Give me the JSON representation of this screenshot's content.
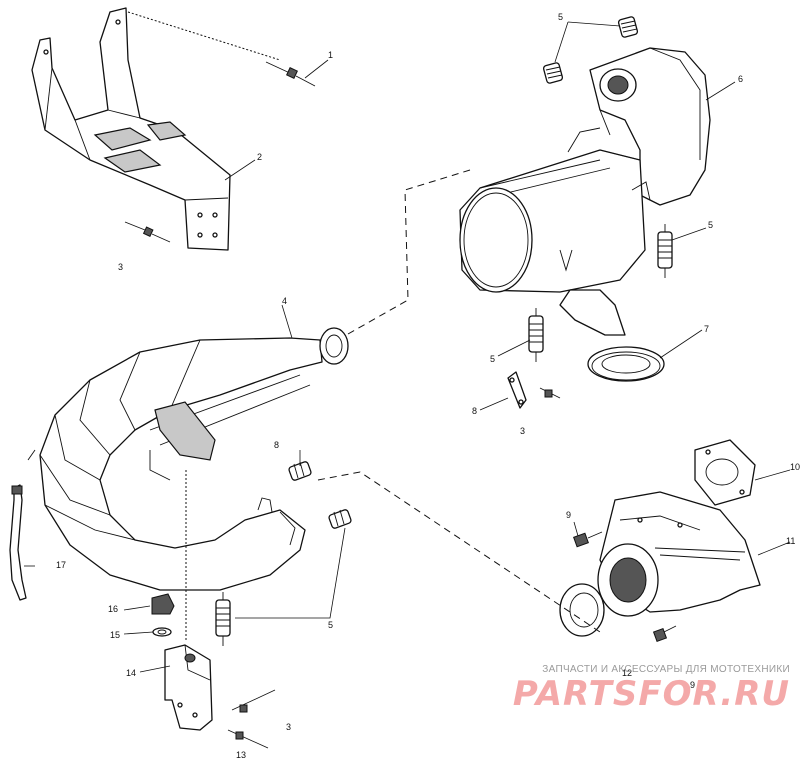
{
  "callouts": {
    "c1": "1",
    "c2": "2",
    "c3a": "3",
    "c4": "4",
    "c5a": "5",
    "c5b": "5",
    "c5c": "5",
    "c5d": "5",
    "c6": "6",
    "c7": "7",
    "c8": "8",
    "c3b": "3",
    "c8b": "8",
    "c9a": "9",
    "c10": "10",
    "c11": "11",
    "c9b": "9",
    "c12": "12",
    "c16": "16",
    "c15": "15",
    "c14": "14",
    "c3c": "3",
    "c13": "13",
    "c17": "17"
  },
  "watermark": {
    "line1": "ЗАПЧАСТИ И АКСЕССУАРЫ ДЛЯ МОТОТЕХНИКИ",
    "line2": "PARTSFOR.RU"
  }
}
